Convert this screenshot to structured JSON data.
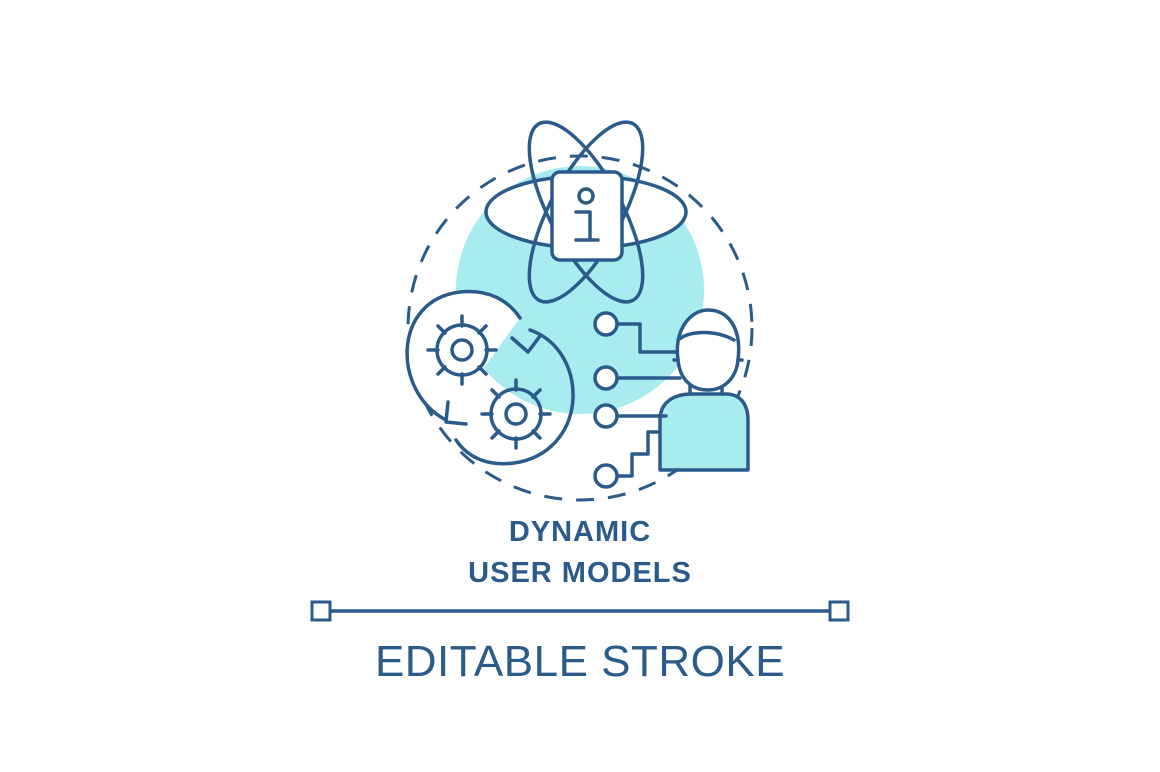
{
  "title": {
    "line1": "DYNAMIC",
    "line2": "USER MODELS"
  },
  "caption": "EDITABLE STROKE",
  "colors": {
    "stroke": "#2a5b8a",
    "fill": "#a8ecf0",
    "background": "#ffffff",
    "title_text": "#2a5b8a",
    "caption_text": "#2a5b8a"
  },
  "icons": {
    "atom": "atom-icon",
    "info": "info-icon",
    "gears": "gears-cycle-icon",
    "user": "user-icon",
    "connector": "connector-nodes-icon",
    "stroke_handle": "stroke-handle-icon"
  }
}
